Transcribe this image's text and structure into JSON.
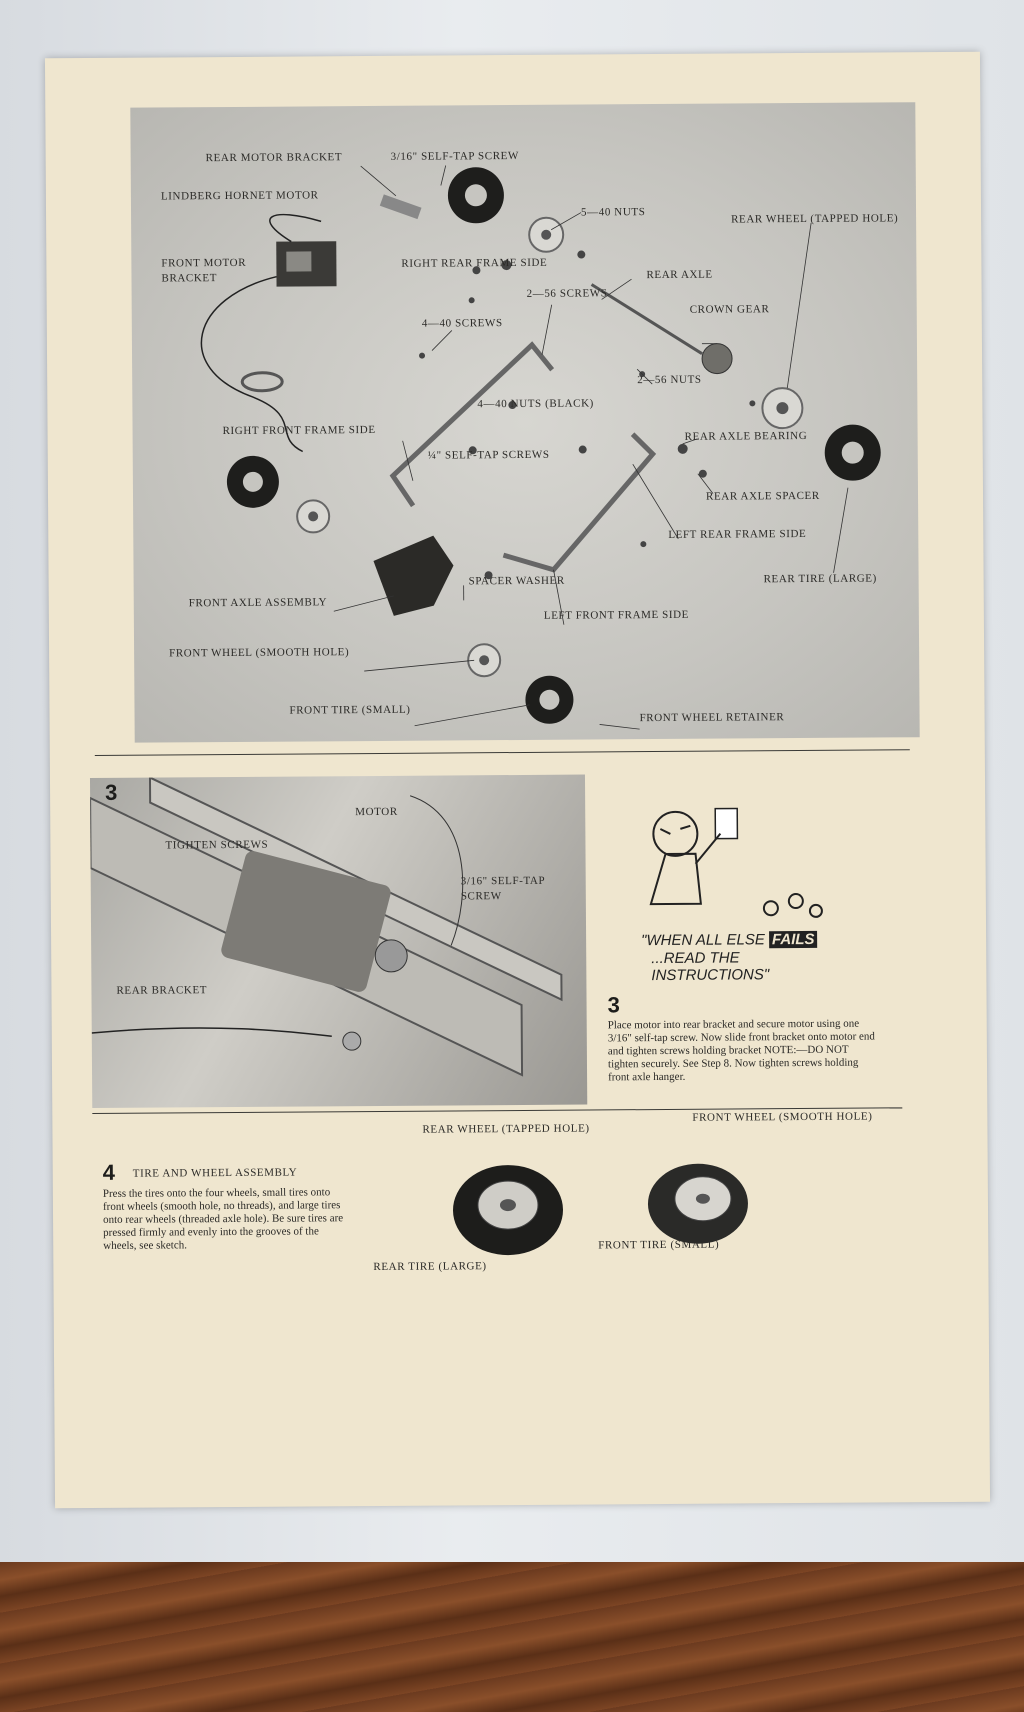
{
  "exploded": {
    "labels": [
      "REAR MOTOR BRACKET",
      "3/16\" SELF-TAP SCREW",
      "LINDBERG HORNET MOTOR",
      "5—40 NUTS",
      "REAR WHEEL (TAPPED HOLE)",
      "FRONT MOTOR",
      "BRACKET",
      "RIGHT REAR FRAME SIDE",
      "REAR AXLE",
      "2—56 SCREWS",
      "CROWN GEAR",
      "4—40 SCREWS",
      "2—56 NUTS",
      "4—40 NUTS (BLACK)",
      "RIGHT FRONT FRAME SIDE",
      "REAR AXLE BEARING",
      "¼\" SELF-TAP SCREWS",
      "REAR AXLE SPACER",
      "LEFT REAR FRAME SIDE",
      "SPACER WASHER",
      "REAR TIRE (LARGE)",
      "FRONT AXLE ASSEMBLY",
      "LEFT FRONT FRAME SIDE",
      "FRONT WHEEL (SMOOTH HOLE)",
      "FRONT TIRE (SMALL)",
      "FRONT WHEEL RETAINER"
    ]
  },
  "step3": {
    "number": "3",
    "photo_labels": [
      "TIGHTEN SCREWS",
      "MOTOR",
      "3/16\" SELF-TAP",
      "SCREW",
      "REAR BRACKET"
    ],
    "cartoon_line1_a": "\"WHEN ALL ELSE ",
    "cartoon_fails": "FAILS",
    "cartoon_line2": "...READ THE INSTRUCTIONS\"",
    "text": "Place motor into rear bracket and secure motor using one 3/16\" self-tap screw. Now slide front bracket onto motor end and tighten screws holding bracket NOTE:—DO NOT tighten securely. See Step 8. Now tighten screws holding front axle hanger."
  },
  "step4": {
    "number": "4",
    "title": "TIRE AND WHEEL ASSEMBLY",
    "text": "Press the tires onto the four wheels, small tires onto front wheels (smooth hole, no threads), and large tires onto rear wheels (threaded axle hole). Be sure tires are pressed firmly and evenly into the grooves of the wheels, see sketch.",
    "labels": [
      "REAR WHEEL (TAPPED HOLE)",
      "FRONT WHEEL (SMOOTH HOLE)",
      "REAR TIRE (LARGE)",
      "FRONT TIRE (SMALL)"
    ]
  }
}
